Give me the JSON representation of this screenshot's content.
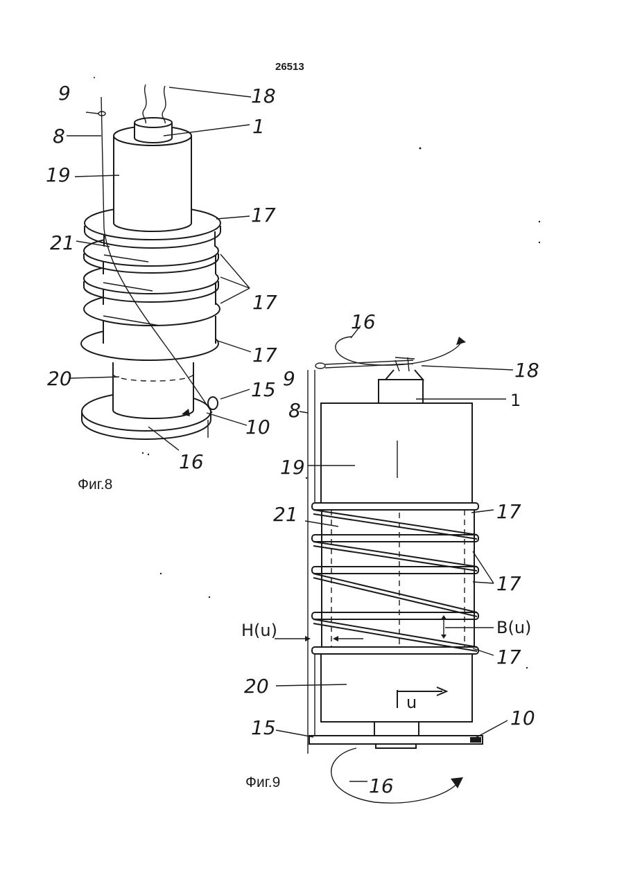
{
  "page_number": "26513",
  "fig8": {
    "caption": "Фиг.8",
    "labels": {
      "l9": "9",
      "l8": "8",
      "l19": "19",
      "l21": "21",
      "l20": "20",
      "l18": "18",
      "l1": "1",
      "l17a": "17",
      "l17b": "17",
      "l17c": "17",
      "l15": "15",
      "l10": "10",
      "l16": "16"
    }
  },
  "fig9": {
    "caption": "Фиг.9",
    "labels": {
      "l16top": "16",
      "l18": "18",
      "l9": "9",
      "l1": "1",
      "l8": "8",
      "l19": "19",
      "l21": "21",
      "l17a": "17",
      "l17b": "17",
      "l17c": "17",
      "hu": "H(u)",
      "bu": "B(u)",
      "l20": "20",
      "u": "u",
      "l15": "15",
      "l10": "10",
      "l16bot": "16"
    }
  }
}
